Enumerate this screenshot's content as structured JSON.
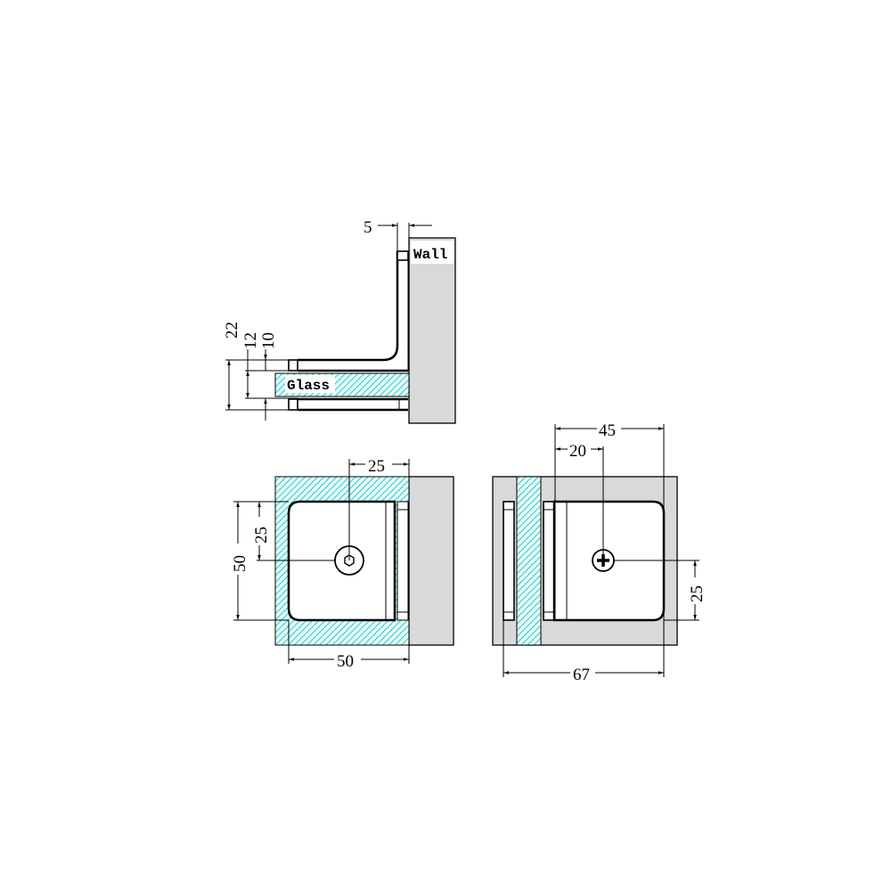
{
  "title": "Glass-to-wall 90° clamp technical drawing",
  "colors": {
    "wall_fill": "#d9d9d9",
    "glass_hatch": "#33cccc",
    "line": "#000000",
    "background": "#ffffff"
  },
  "side_view": {
    "labels": {
      "wall": "Wall",
      "glass": "Glass"
    },
    "dimensions": {
      "offset_to_wall": "5",
      "total_height": "22",
      "glass_thickness": "12",
      "clamp_gap": "10"
    }
  },
  "front_view": {
    "dimensions": {
      "hole_to_edge_horizontal": "25",
      "hole_to_top_vertical": "25",
      "body_height": "50",
      "body_width": "50"
    },
    "screw": "hex-socket"
  },
  "top_view": {
    "dimensions": {
      "overall_depth": "45",
      "screw_offset": "20",
      "screw_to_bottom": "25",
      "overall_width": "67"
    },
    "screw": "phillips-cross"
  }
}
